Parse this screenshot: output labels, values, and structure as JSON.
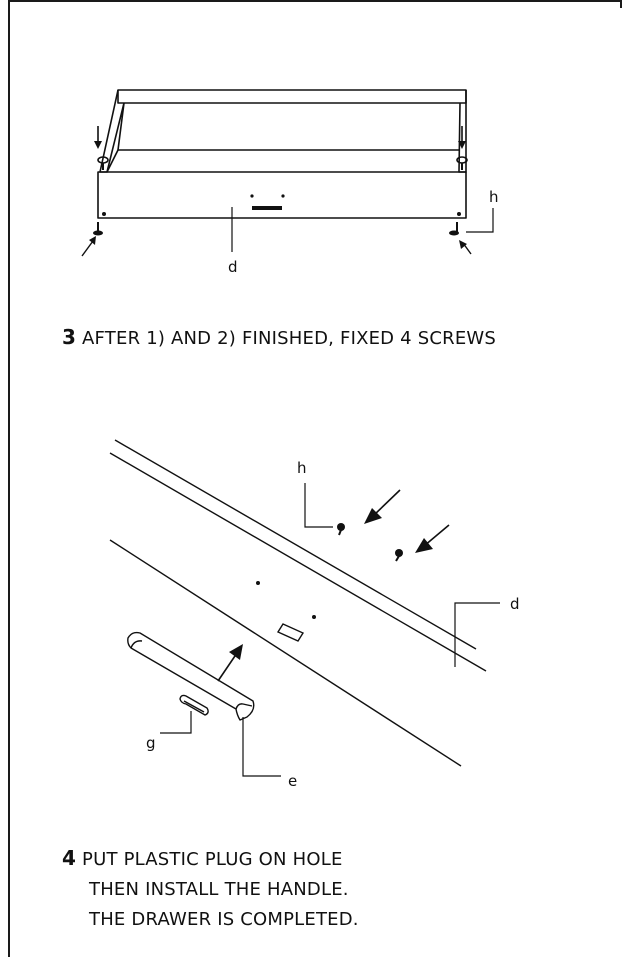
{
  "figure1": {
    "label_d": "d",
    "label_h": "h"
  },
  "step3": {
    "number": "3",
    "text": "AFTER 1) AND 2) FINISHED, FIXED 4 SCREWS"
  },
  "figure2": {
    "label_h": "h",
    "label_d": "d",
    "label_g": "g",
    "label_e": "e"
  },
  "step4": {
    "number": "4",
    "line1": "PUT PLASTIC PLUG ON HOLE",
    "line2": "THEN INSTALL THE HANDLE.",
    "line3": "THE DRAWER IS COMPLETED."
  }
}
